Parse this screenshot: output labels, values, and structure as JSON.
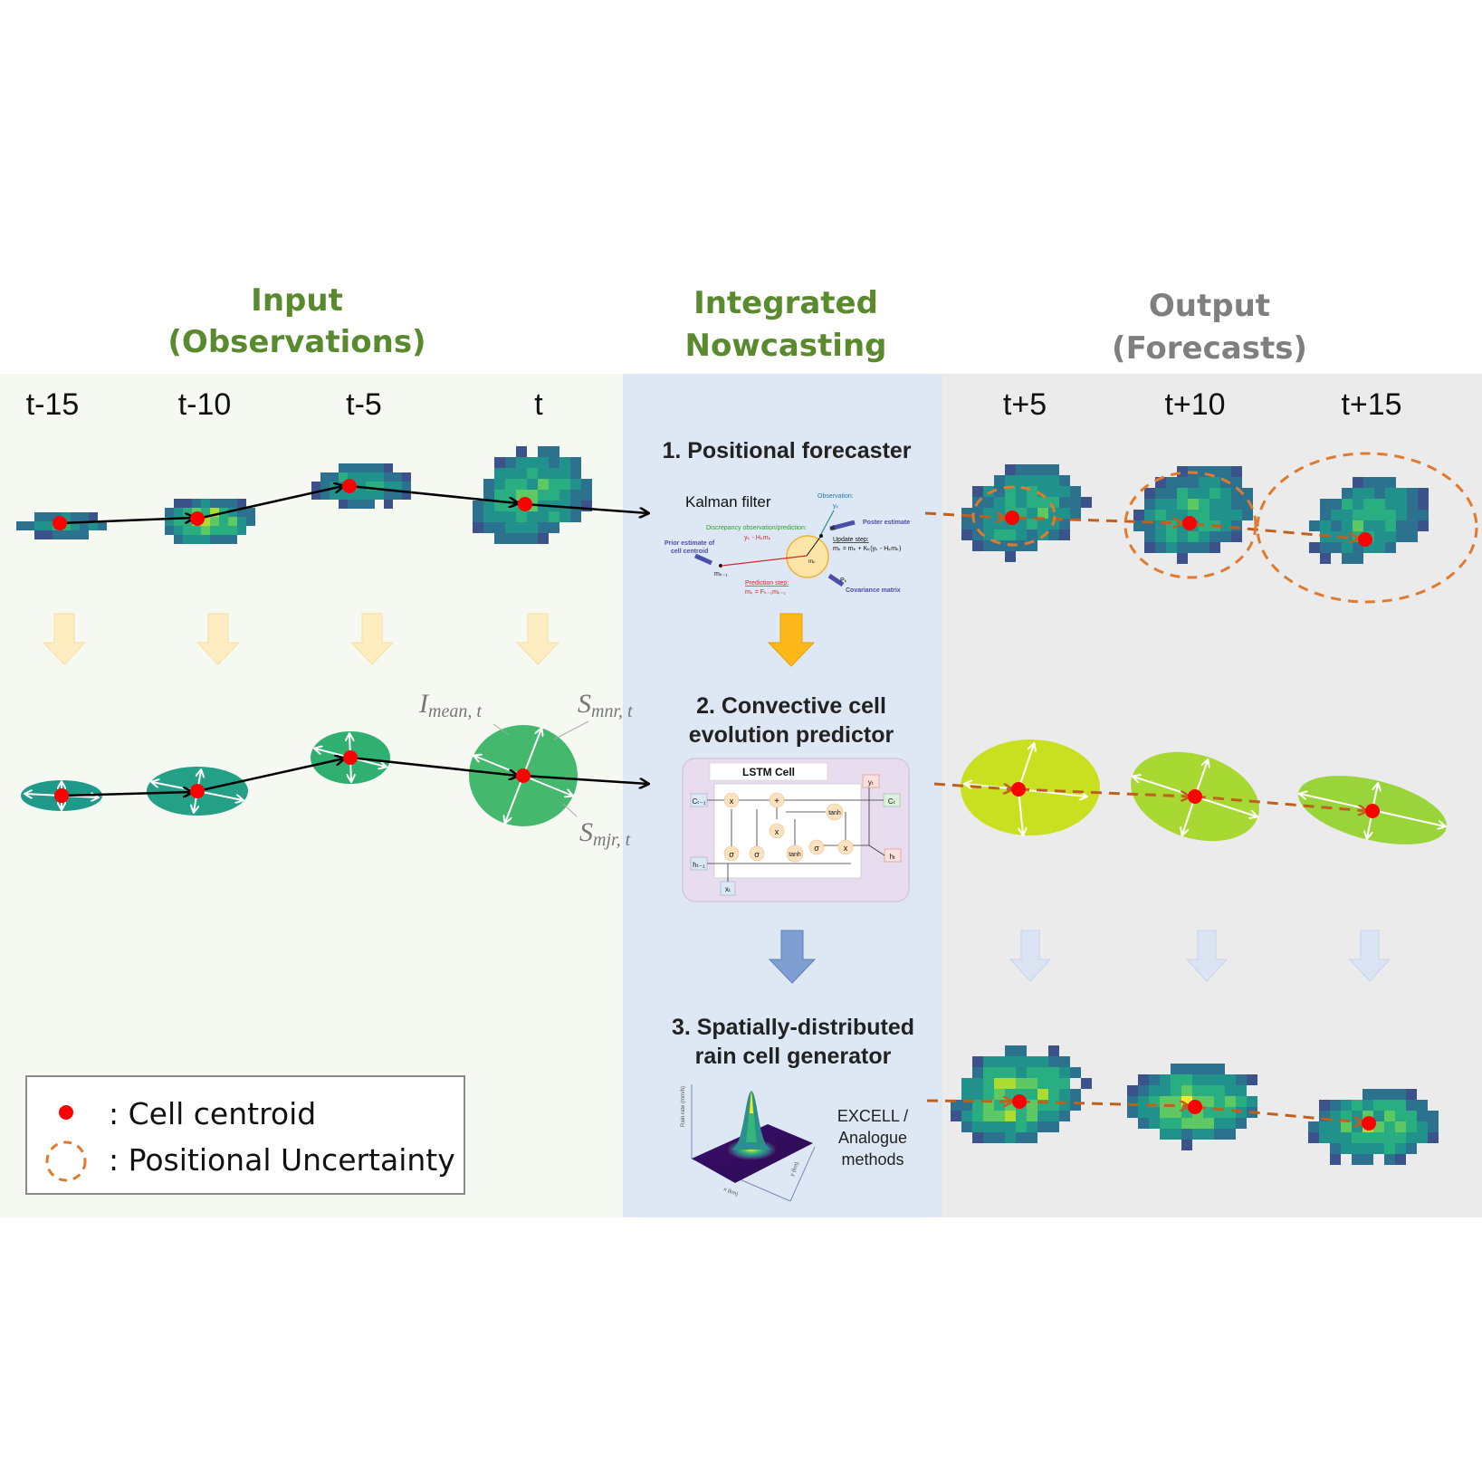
{
  "headers": {
    "input": [
      "Input",
      "(Observations)"
    ],
    "integrated": [
      "Integrated",
      "Nowcasting"
    ],
    "output": [
      "Output",
      "(Forecasts)"
    ]
  },
  "time_labels": {
    "input": [
      "t-15",
      "t-10",
      "t-5",
      "t"
    ],
    "output": [
      "t+5",
      "t+10",
      "t+15"
    ]
  },
  "ellipse_labels": {
    "i_mean": "I",
    "i_mean_sub": "mean, t",
    "s_mnr": "S",
    "s_mnr_sub": "mnr, t",
    "s_mjr": "S",
    "s_mjr_sub": "mjr, t"
  },
  "steps": {
    "step1": "1. Positional forecaster",
    "step2": [
      "2. Convective cell",
      "evolution predictor"
    ],
    "step3": [
      "3. Spatially-distributed",
      "rain cell generator"
    ]
  },
  "kalman": {
    "title": "Kalman filter",
    "observation": "Observation:",
    "obs_sym": "yₖ",
    "poster": "Poster estimate",
    "discrepancy": "Discrepancy observation/prediction:",
    "discrepancy_eq": "yₖ - Hₖmₖ",
    "update_step": "Update step:",
    "update_eq": "mₖ = mₖ + Kₖ(yₖ - Hₖmₖ)",
    "prior": [
      "Prior estimate of",
      "cell centroid"
    ],
    "prior_sym": "mₖ₋₁",
    "mk": "mₖ",
    "prediction_step": "Prediction step:",
    "prediction_eq": "mₖ = Fₖ₋₁mₖ₋₁",
    "pk": "Pₖ",
    "covariance": "Covariance matrix"
  },
  "lstm": {
    "title": "LSTM Cell",
    "c_prev": "Cₜ₋₁",
    "c_t": "Cₜ",
    "h_prev": "hₜ₋₁",
    "h_t": "hₜ",
    "y_t": "yₜ",
    "x_t": "xₜ",
    "sigma": "σ",
    "tanh": "tanh",
    "times": "x",
    "plus": "+"
  },
  "generator": {
    "method": [
      "EXCELL /",
      "Analogue",
      "methods"
    ],
    "zaxis": "Rain rate (mm/h)",
    "xaxis": "x (km)",
    "yaxis": "y (km)"
  },
  "legend": {
    "centroid": ": Cell centroid",
    "uncertainty": ": Positional Uncertainty"
  },
  "colors": {
    "header_green": "#5a8a2e",
    "header_gray": "#7f7f7f",
    "centroid": "#ff0000",
    "uncertainty": "#e07a2e",
    "panel_input": "#f6f8f2",
    "panel_integrated": "#dde8f4",
    "panel_output": "#ebebeb"
  }
}
